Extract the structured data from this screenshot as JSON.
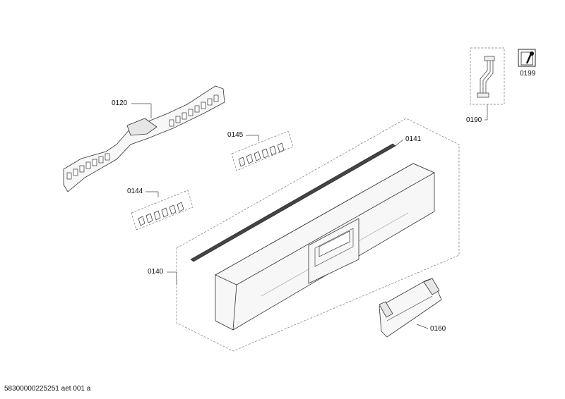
{
  "parts": {
    "p0120": "0120",
    "p0145": "0145",
    "p0141": "0141",
    "p0144": "0144",
    "p0140": "0140",
    "p0160": "0160",
    "p0190": "0190",
    "p0199": "0199"
  },
  "footer": "58300000225251 aet 001 a"
}
